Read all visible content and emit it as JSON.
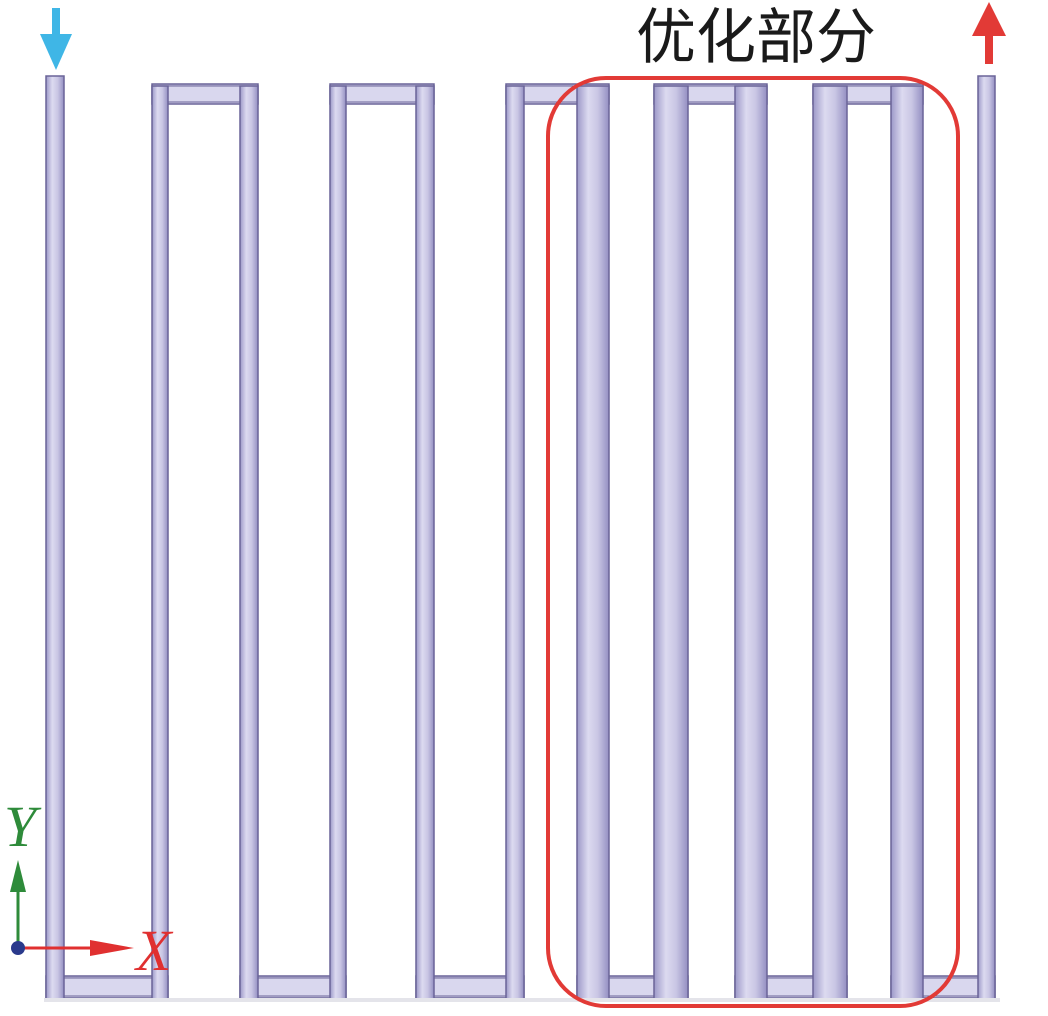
{
  "title": "优化部分",
  "axes": {
    "y_label": "Y",
    "x_label": "X"
  },
  "colors": {
    "pipe_fill": "#c7c4e2",
    "pipe_edge": "#6a6498",
    "highlight_box": "#e23a36",
    "inlet_arrow": "#3fb6e6",
    "outlet_arrow": "#e23a36",
    "y_axis": "#2e8b3a",
    "x_axis": "#e03030",
    "origin": "#2a3a8c"
  },
  "icons": {
    "inlet": "arrow-down-icon",
    "outlet": "arrow-up-icon"
  }
}
